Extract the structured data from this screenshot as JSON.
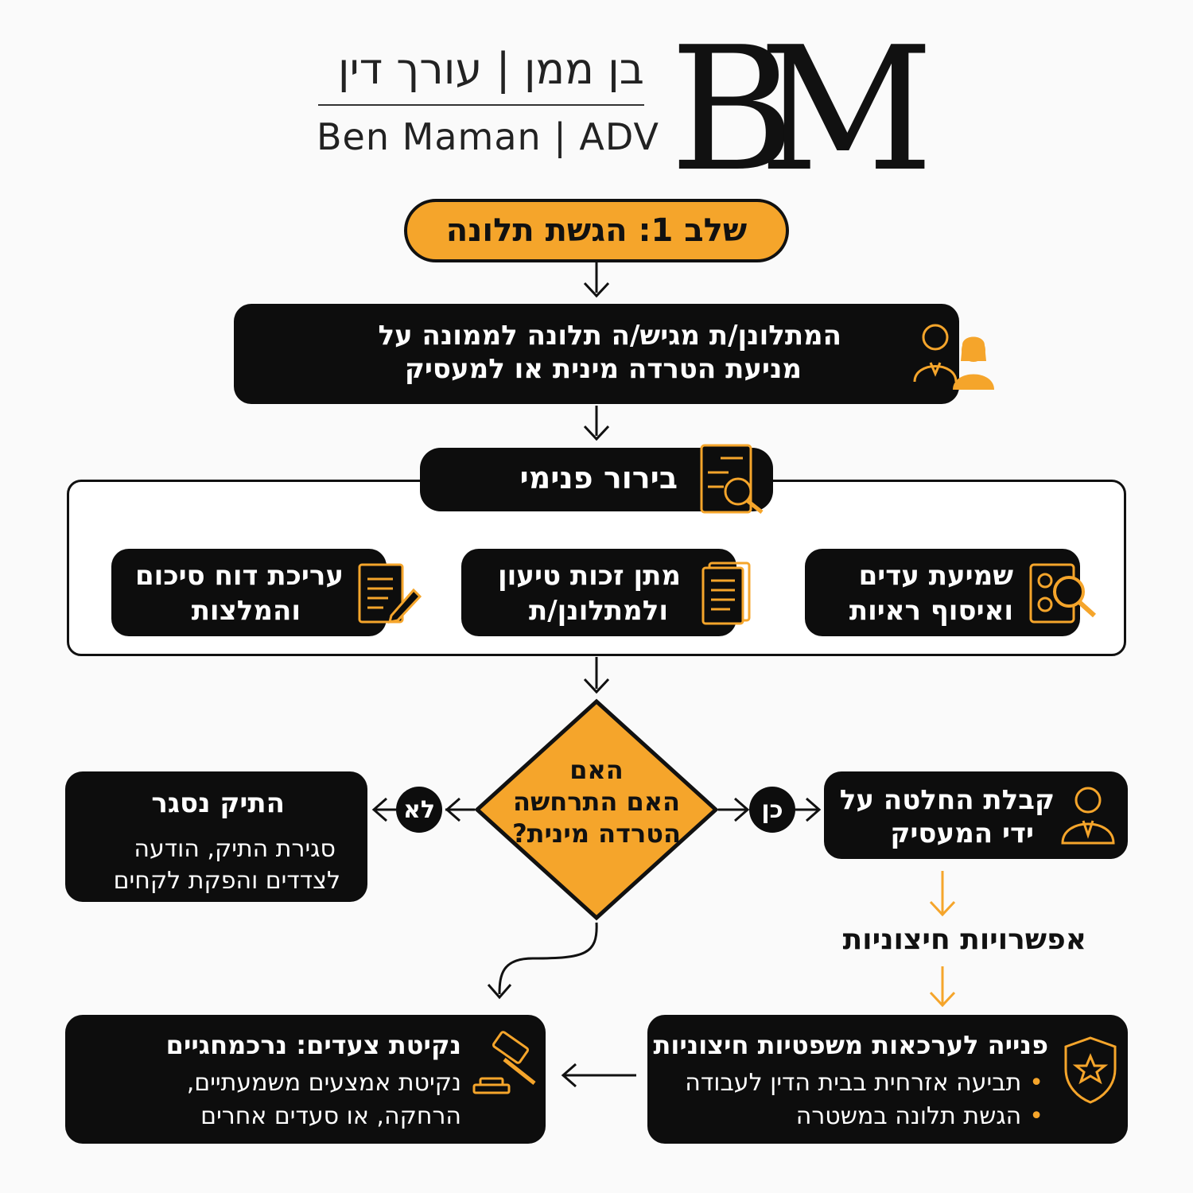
{
  "header": {
    "hebrew_name": "בן ממן | עורך דין",
    "english_name": "Ben Maman | ADV",
    "logo_letters": "BM"
  },
  "stage1": {
    "label": "שלב 1: הגשת תלונה"
  },
  "submit": {
    "line1": "המתלונן/ת מגיש/ה תלונה לממונה על",
    "line2": "מניעת הטרדה מינית או למעסיק"
  },
  "investigation": {
    "label": "בירור פנימי",
    "steps": [
      {
        "line1": "שמיעת עדים",
        "line2": "ואיסוף ראיות"
      },
      {
        "line1": "מתן זכות טיעון",
        "line2": "ולמתלונן/ת"
      },
      {
        "line1": "עריכת דוח סיכום",
        "line2": "והמלצות"
      }
    ]
  },
  "decision": {
    "line1": "האם",
    "line2": "האם התרחשה",
    "line3": "הטרדה מינית?"
  },
  "yes_label": "כן",
  "no_label": "לא",
  "employer_decision": {
    "line1": "קבלת החלטה על",
    "line2": "ידי המעסיק"
  },
  "case_closed": {
    "title": "התיק נסגר",
    "line1": "סגירת התיק, הודעה",
    "line2": "לצדדים והפקת לקחים"
  },
  "external_options": {
    "label": "אפשרויות חיצוניות"
  },
  "external_courts": {
    "title": "פנייה לערכאות משפטיות חיצוניות",
    "bullets": [
      "תביעה אזרחית בבית הדין לעבודה",
      "הגשת תלונה במשטרה"
    ]
  },
  "measures": {
    "title": "נקיטת צעדים: נרכמחגיים",
    "line1": "נקיטת אמצעים משמעתיים,",
    "line2": "הרחקה, או סעדים אחרים"
  },
  "colors": {
    "accent": "#f5a52b",
    "box": "#0d0d0d",
    "text": "#ffffff"
  }
}
